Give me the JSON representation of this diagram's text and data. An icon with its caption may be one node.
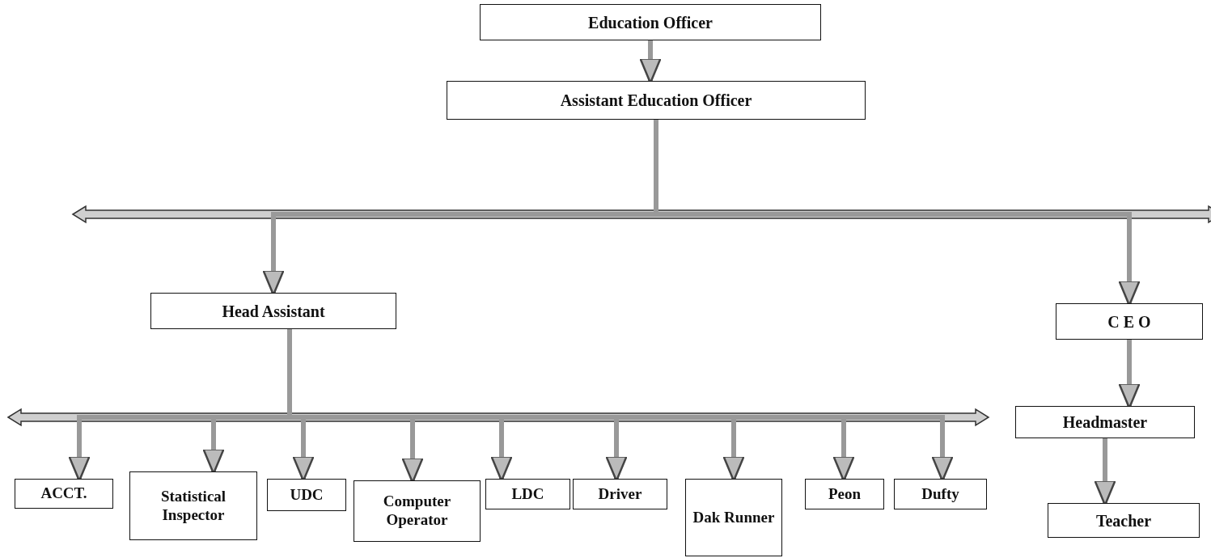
{
  "diagram": {
    "nodes": [
      {
        "text": [
          "Education Officer"
        ]
      },
      {
        "text": [
          "Assistant Education Officer"
        ]
      },
      {
        "text": [
          "Head Assistant"
        ]
      },
      {
        "text": [
          "C E O"
        ]
      },
      {
        "text": [
          "ACCT."
        ]
      },
      {
        "text": [
          "Statistical Inspector"
        ]
      },
      {
        "text": [
          "UDC"
        ]
      },
      {
        "text": [
          "Computer Operator"
        ]
      },
      {
        "text": [
          "LDC"
        ]
      },
      {
        "text": [
          "Driver"
        ]
      },
      {
        "text": [
          "Dak Runner"
        ]
      },
      {
        "text": [
          "Peon"
        ]
      },
      {
        "text": [
          "Dufty"
        ]
      },
      {
        "text": [
          "Headmaster"
        ]
      },
      {
        "text": [
          "Teacher"
        ]
      }
    ],
    "edges": [
      {
        "from": 0,
        "to": 1,
        "arrow": "to"
      },
      {
        "from": 1,
        "to": 2,
        "arrow": "to"
      },
      {
        "from": 1,
        "to": 3,
        "arrow": "to"
      },
      {
        "from": 2,
        "to": 4,
        "arrow": "to"
      },
      {
        "from": 2,
        "to": 5,
        "arrow": "to"
      },
      {
        "from": 2,
        "to": 6,
        "arrow": "to"
      },
      {
        "from": 2,
        "to": 7,
        "arrow": "to"
      },
      {
        "from": 2,
        "to": 8,
        "arrow": "to"
      },
      {
        "from": 2,
        "to": 9,
        "arrow": "to"
      },
      {
        "from": 2,
        "to": 10,
        "arrow": "to"
      },
      {
        "from": 2,
        "to": 11,
        "arrow": "to"
      },
      {
        "from": 2,
        "to": 12,
        "arrow": "to"
      },
      {
        "from": 3,
        "to": 13,
        "arrow": "to"
      },
      {
        "from": 13,
        "to": 14,
        "arrow": "to"
      }
    ]
  }
}
